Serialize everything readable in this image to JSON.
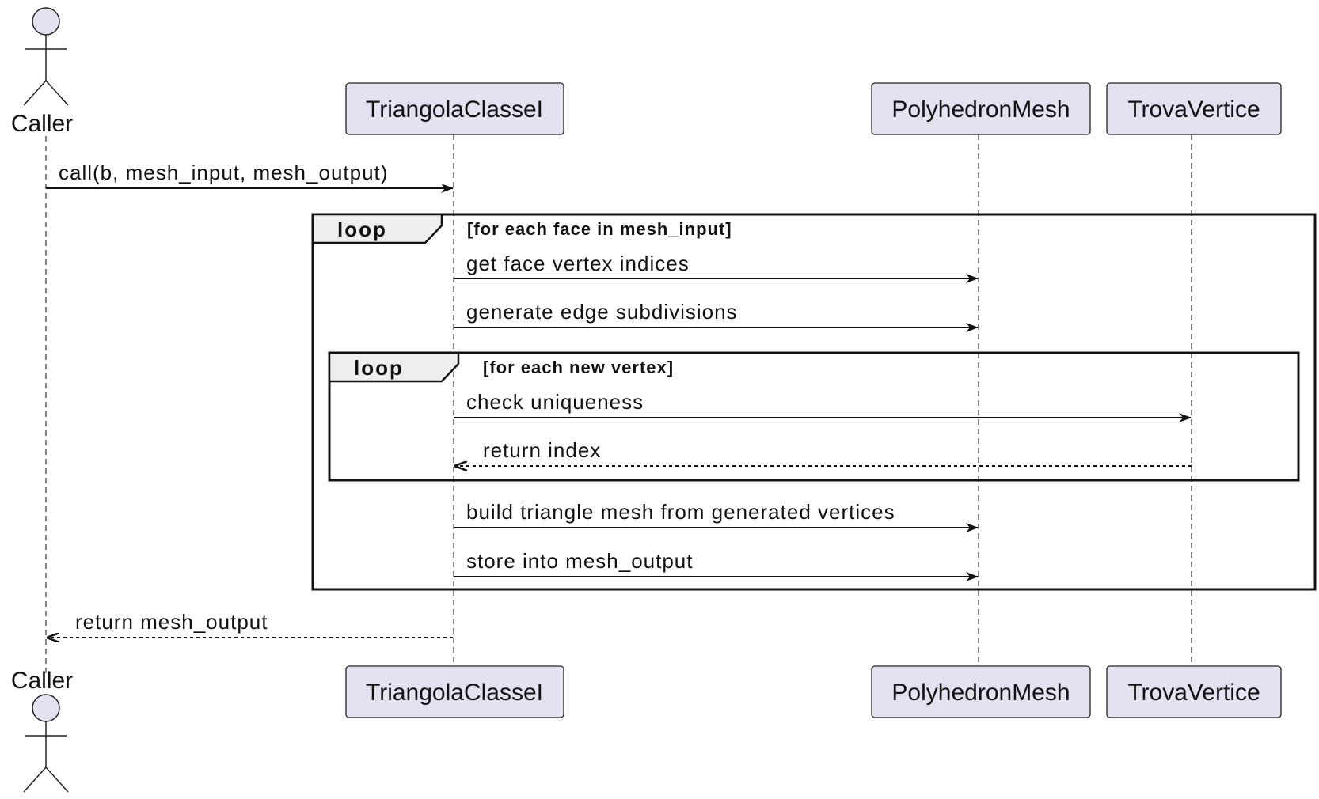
{
  "participants": {
    "caller": "Caller",
    "triangola": "TriangolaClasseI",
    "polyhedron": "PolyhedronMesh",
    "trova": "TrovaVertice"
  },
  "messages": {
    "m1": "call(b, mesh_input, mesh_output)",
    "m2": "get face vertex indices",
    "m3": "generate edge subdivisions",
    "m4": "check uniqueness",
    "m5": "return index",
    "m6": "build triangle mesh from generated vertices",
    "m7": "store into mesh_output",
    "m8": "return mesh_output"
  },
  "frames": {
    "outer": {
      "title": "loop",
      "condition": "[for each face in mesh_input]"
    },
    "inner": {
      "title": "loop",
      "condition": "[for each new vertex]"
    }
  },
  "colors": {
    "participant_fill": "#e2e2f0",
    "tab_fill": "#eeeeee",
    "line": "#111111"
  }
}
